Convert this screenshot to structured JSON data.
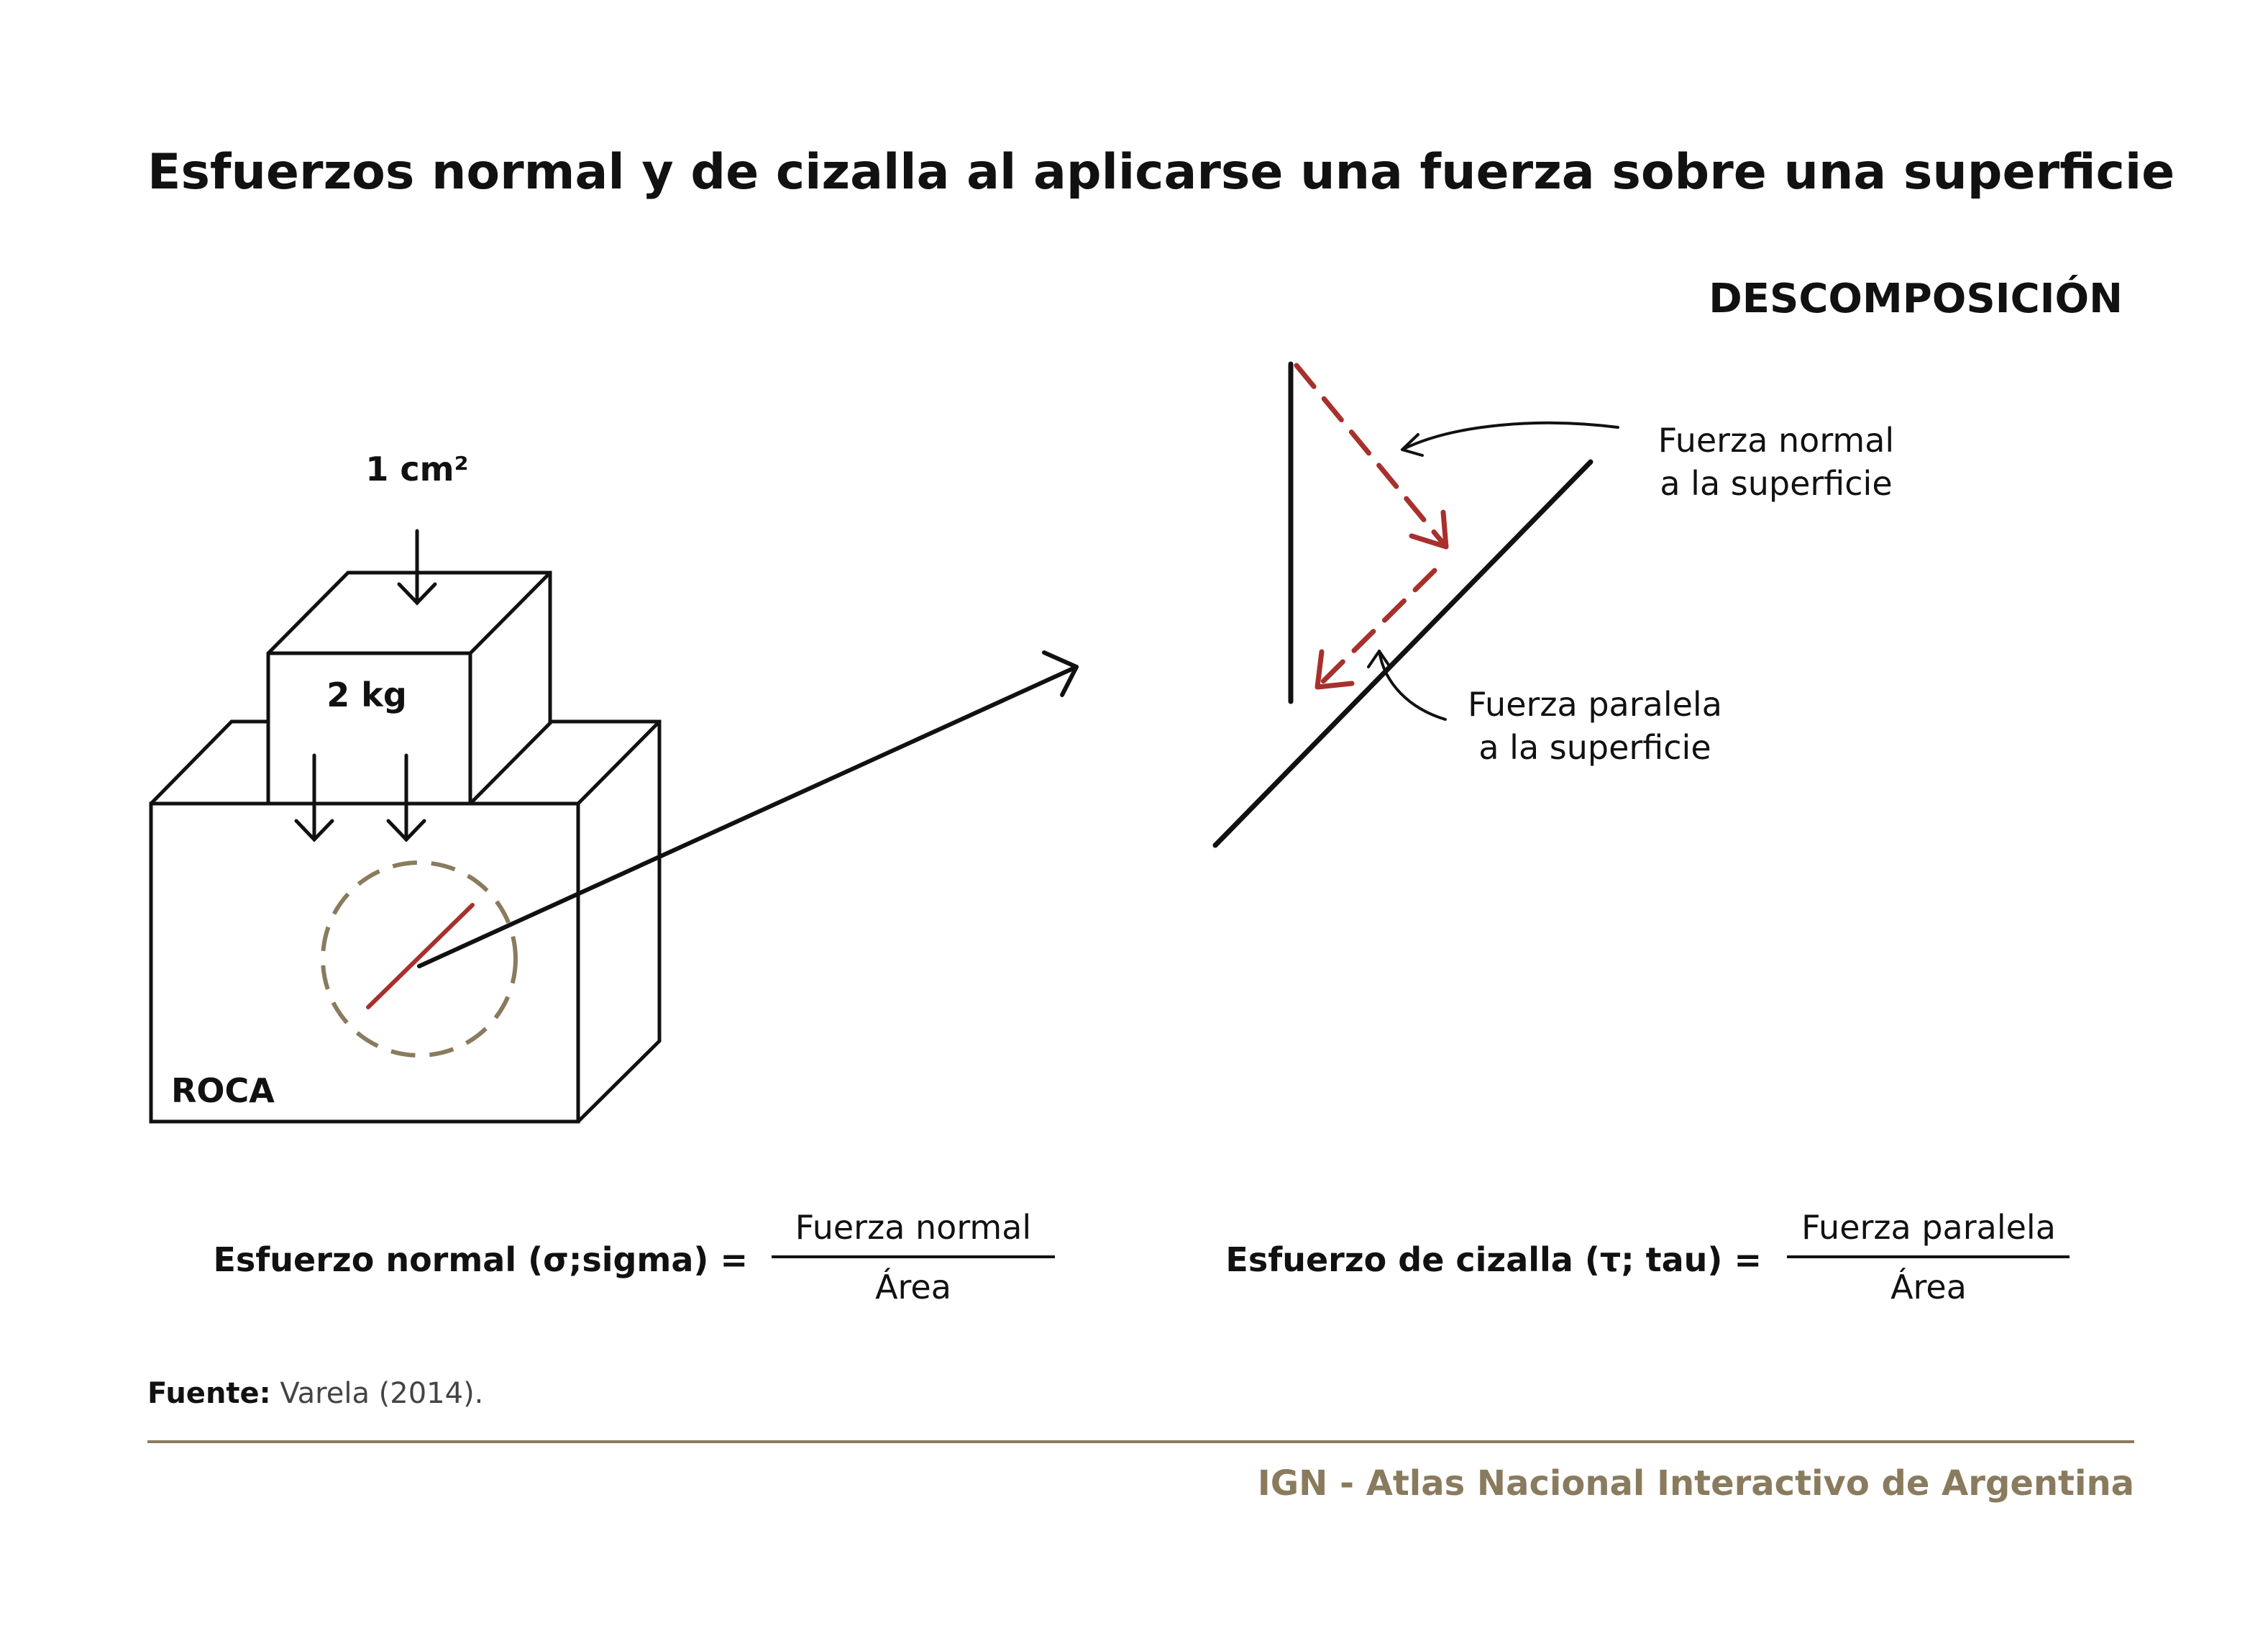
{
  "title": "Esfuerzos normal y de cizalla al aplicarse una fuerza sobre una superficie",
  "section_heading": "DESCOMPOSICIÓN",
  "block": {
    "area_label": "1 cm²",
    "mass_label": "2 kg",
    "rock_label": "ROCA"
  },
  "decomposition": {
    "normal_label_line1": "Fuerza normal",
    "normal_label_line2": "a la superficie",
    "parallel_label_line1": "Fuerza paralela",
    "parallel_label_line2": "a la superficie"
  },
  "formulas": {
    "normal": {
      "lhs": "Esfuerzo normal (σ;sigma) =",
      "numerator": "Fuerza normal",
      "denominator": "Área"
    },
    "shear": {
      "lhs": "Esfuerzo de cizalla (τ; tau) =",
      "numerator": "Fuerza paralela",
      "denominator": "Área"
    }
  },
  "source": {
    "prefix": "Fuente:",
    "text": " Varela (2014)."
  },
  "footer": "IGN - Atlas Nacional Interactivo de Argentina",
  "colors": {
    "ink": "#111111",
    "force_red": "#a8302c",
    "accent_brown": "#8a7b5e"
  }
}
